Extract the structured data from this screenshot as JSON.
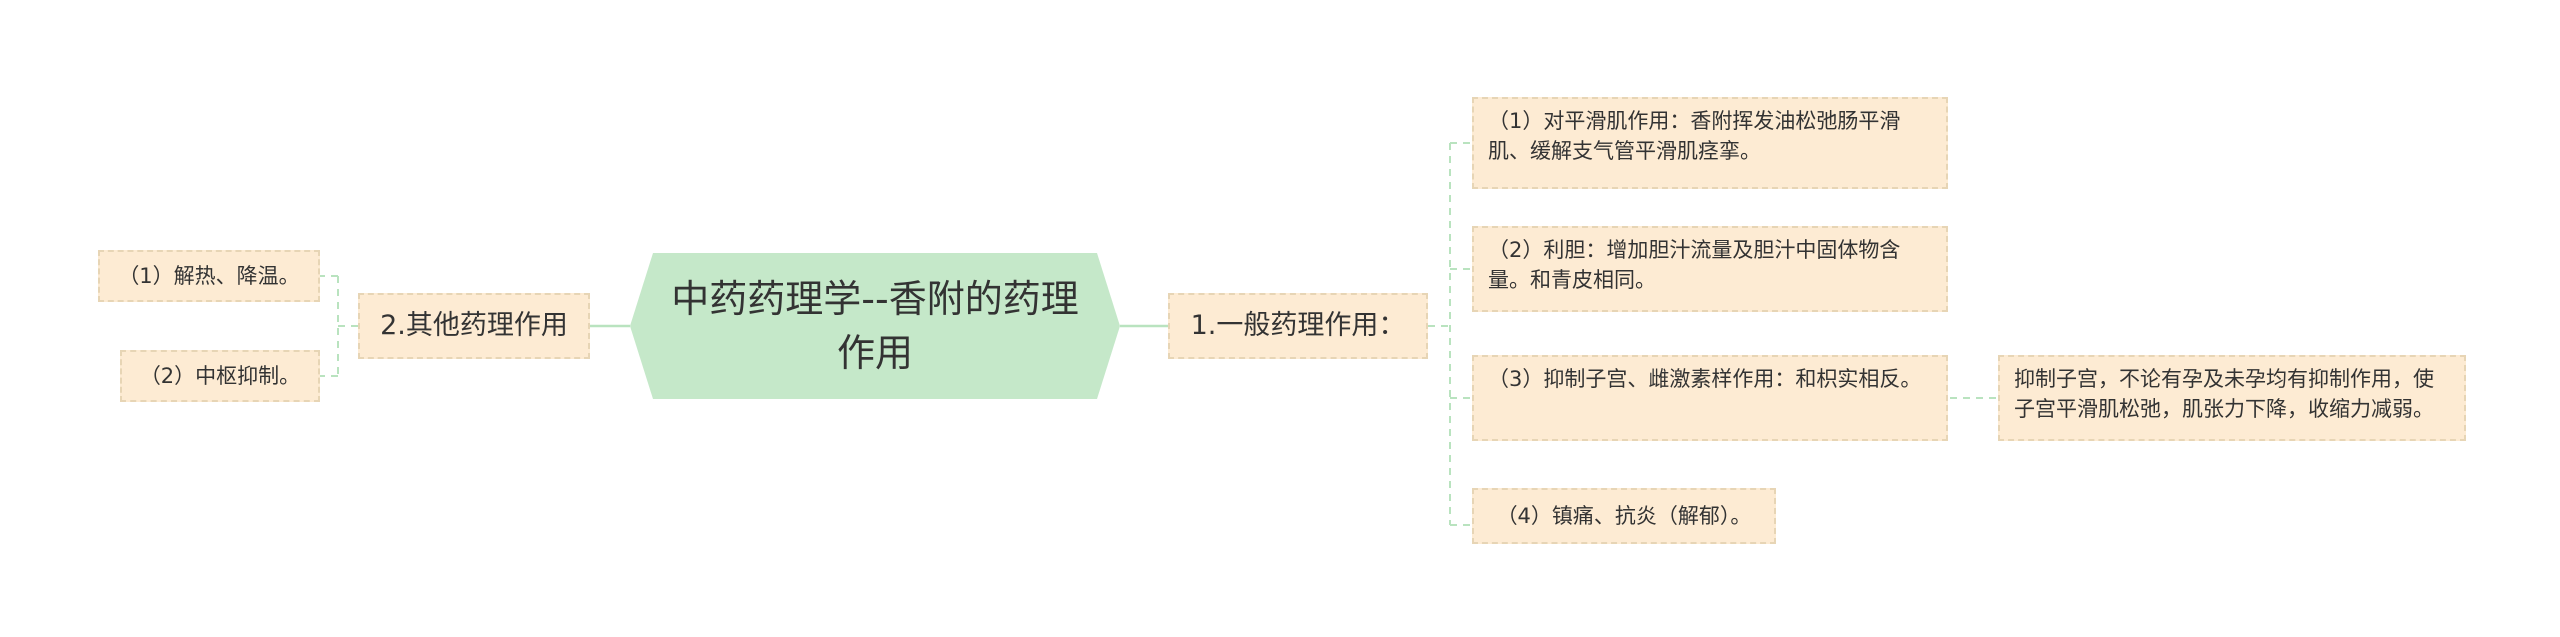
{
  "root": {
    "title": "中药药理学--香附的药理作用"
  },
  "branches": {
    "right": {
      "label": "1.一般药理作用：",
      "items": [
        {
          "text": "（1）对平滑肌作用：香附挥发油松弛肠平滑肌、缓解支气管平滑肌痉挛。"
        },
        {
          "text": "（2）利胆：增加胆汁流量及胆汁中固体物含量。和青皮相同。"
        },
        {
          "text": "（3）抑制子宫、雌激素样作用：和枳实相反。",
          "child": "抑制子宫，不论有孕及未孕均有抑制作用，使子宫平滑肌松弛，肌张力下降，收缩力减弱。"
        },
        {
          "text": "（4）镇痛、抗炎（解郁）。"
        }
      ]
    },
    "left": {
      "label": "2.其他药理作用",
      "items": [
        {
          "text": "（1）解热、降温。"
        },
        {
          "text": "（2）中枢抑制。"
        }
      ]
    }
  },
  "colors": {
    "root_fill": "#c5e8c9",
    "node_fill": "#fdebd3",
    "node_border": "#e7d5b5",
    "connector": "#b9e3bf"
  }
}
